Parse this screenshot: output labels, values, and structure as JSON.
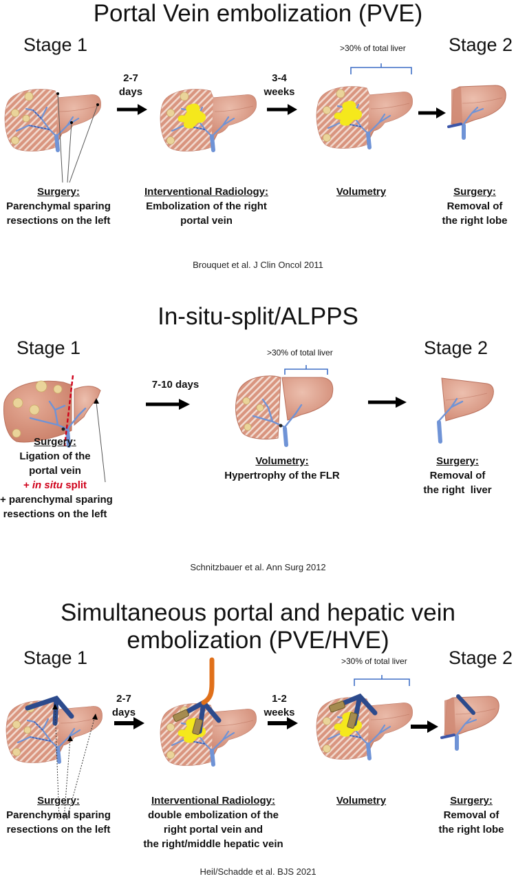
{
  "palette": {
    "liver": "#d9957f",
    "liver_light": "#ebb9a6",
    "liver_edge": "#b9705c",
    "hatch": "#f3ddd3",
    "tumor": "#ead49a",
    "portal_vein": "#6f93d6",
    "portal_vein_dark": "#3b55a8",
    "hepatic_vein": "#2c4a8c",
    "embolization": "#f5e81c",
    "catheter": "#e0701a",
    "bracket": "#3f6fc6",
    "split_line": "#d0021b",
    "accent_red": "#d0021b"
  },
  "sections": [
    {
      "id": "pve",
      "title": "Portal Vein embolization (PVE)",
      "stage1_label": "Stage 1",
      "stage2_label": "Stage 2",
      "intervals": [
        {
          "lines": [
            "2-7",
            "days"
          ]
        },
        {
          "lines": [
            "3-4",
            "weeks"
          ]
        }
      ],
      "volume_note": ">30% of total liver",
      "captions": [
        {
          "heading": "Surgery:",
          "lines": [
            "Parenchymal sparing",
            "resections on the left"
          ]
        },
        {
          "heading": "Interventional Radiology:",
          "lines": [
            "Embolization of the right",
            "portal vein"
          ]
        },
        {
          "heading": "Volumetry",
          "lines": []
        },
        {
          "heading": "Surgery:",
          "lines": [
            "Removal of",
            "the right lobe"
          ]
        }
      ],
      "citation": "Brouquet et al. J Clin Oncol 2011"
    },
    {
      "id": "alpps",
      "title": "In-situ-split/ALPPS",
      "stage1_label": "Stage 1",
      "stage2_label": "Stage 2",
      "intervals": [
        {
          "lines": [
            "7-10 days"
          ]
        }
      ],
      "volume_note": ">30% of total liver",
      "captions": [
        {
          "heading": "Surgery:",
          "lines": [
            "Ligation of the",
            "portal vein"
          ],
          "red_prefix": "+ ",
          "red_italic": "in situ",
          "red_suffix": " split",
          "extra_lines": [
            "+ parenchymal sparing",
            "resections on the left"
          ]
        },
        {
          "heading": "Volumetry:",
          "lines": [
            "Hypertrophy of the FLR"
          ]
        },
        {
          "heading": "Surgery:",
          "lines": [
            "Removal of",
            "the right  liver"
          ]
        }
      ],
      "citation": "Schnitzbauer et al. Ann Surg 2012"
    },
    {
      "id": "pvehve",
      "title_lines": [
        "Simultaneous portal and hepatic vein",
        "embolization (PVE/HVE)"
      ],
      "stage1_label": "Stage 1",
      "stage2_label": "Stage 2",
      "intervals": [
        {
          "lines": [
            "2-7",
            "days"
          ]
        },
        {
          "lines": [
            "1-2",
            "weeks"
          ]
        }
      ],
      "volume_note": ">30% of total liver",
      "captions": [
        {
          "heading": "Surgery:",
          "lines": [
            "Parenchymal sparing",
            "resections on the left"
          ]
        },
        {
          "heading": "Interventional Radiology:",
          "lines": [
            "double embolization of the",
            "right portal vein and",
            "the right/middle hepatic vein"
          ]
        },
        {
          "heading": "Volumetry",
          "lines": []
        },
        {
          "heading": "Surgery:",
          "lines": [
            "Removal of",
            "the right lobe"
          ]
        }
      ],
      "citation": "Heil/Schadde et al. BJS 2021"
    }
  ]
}
